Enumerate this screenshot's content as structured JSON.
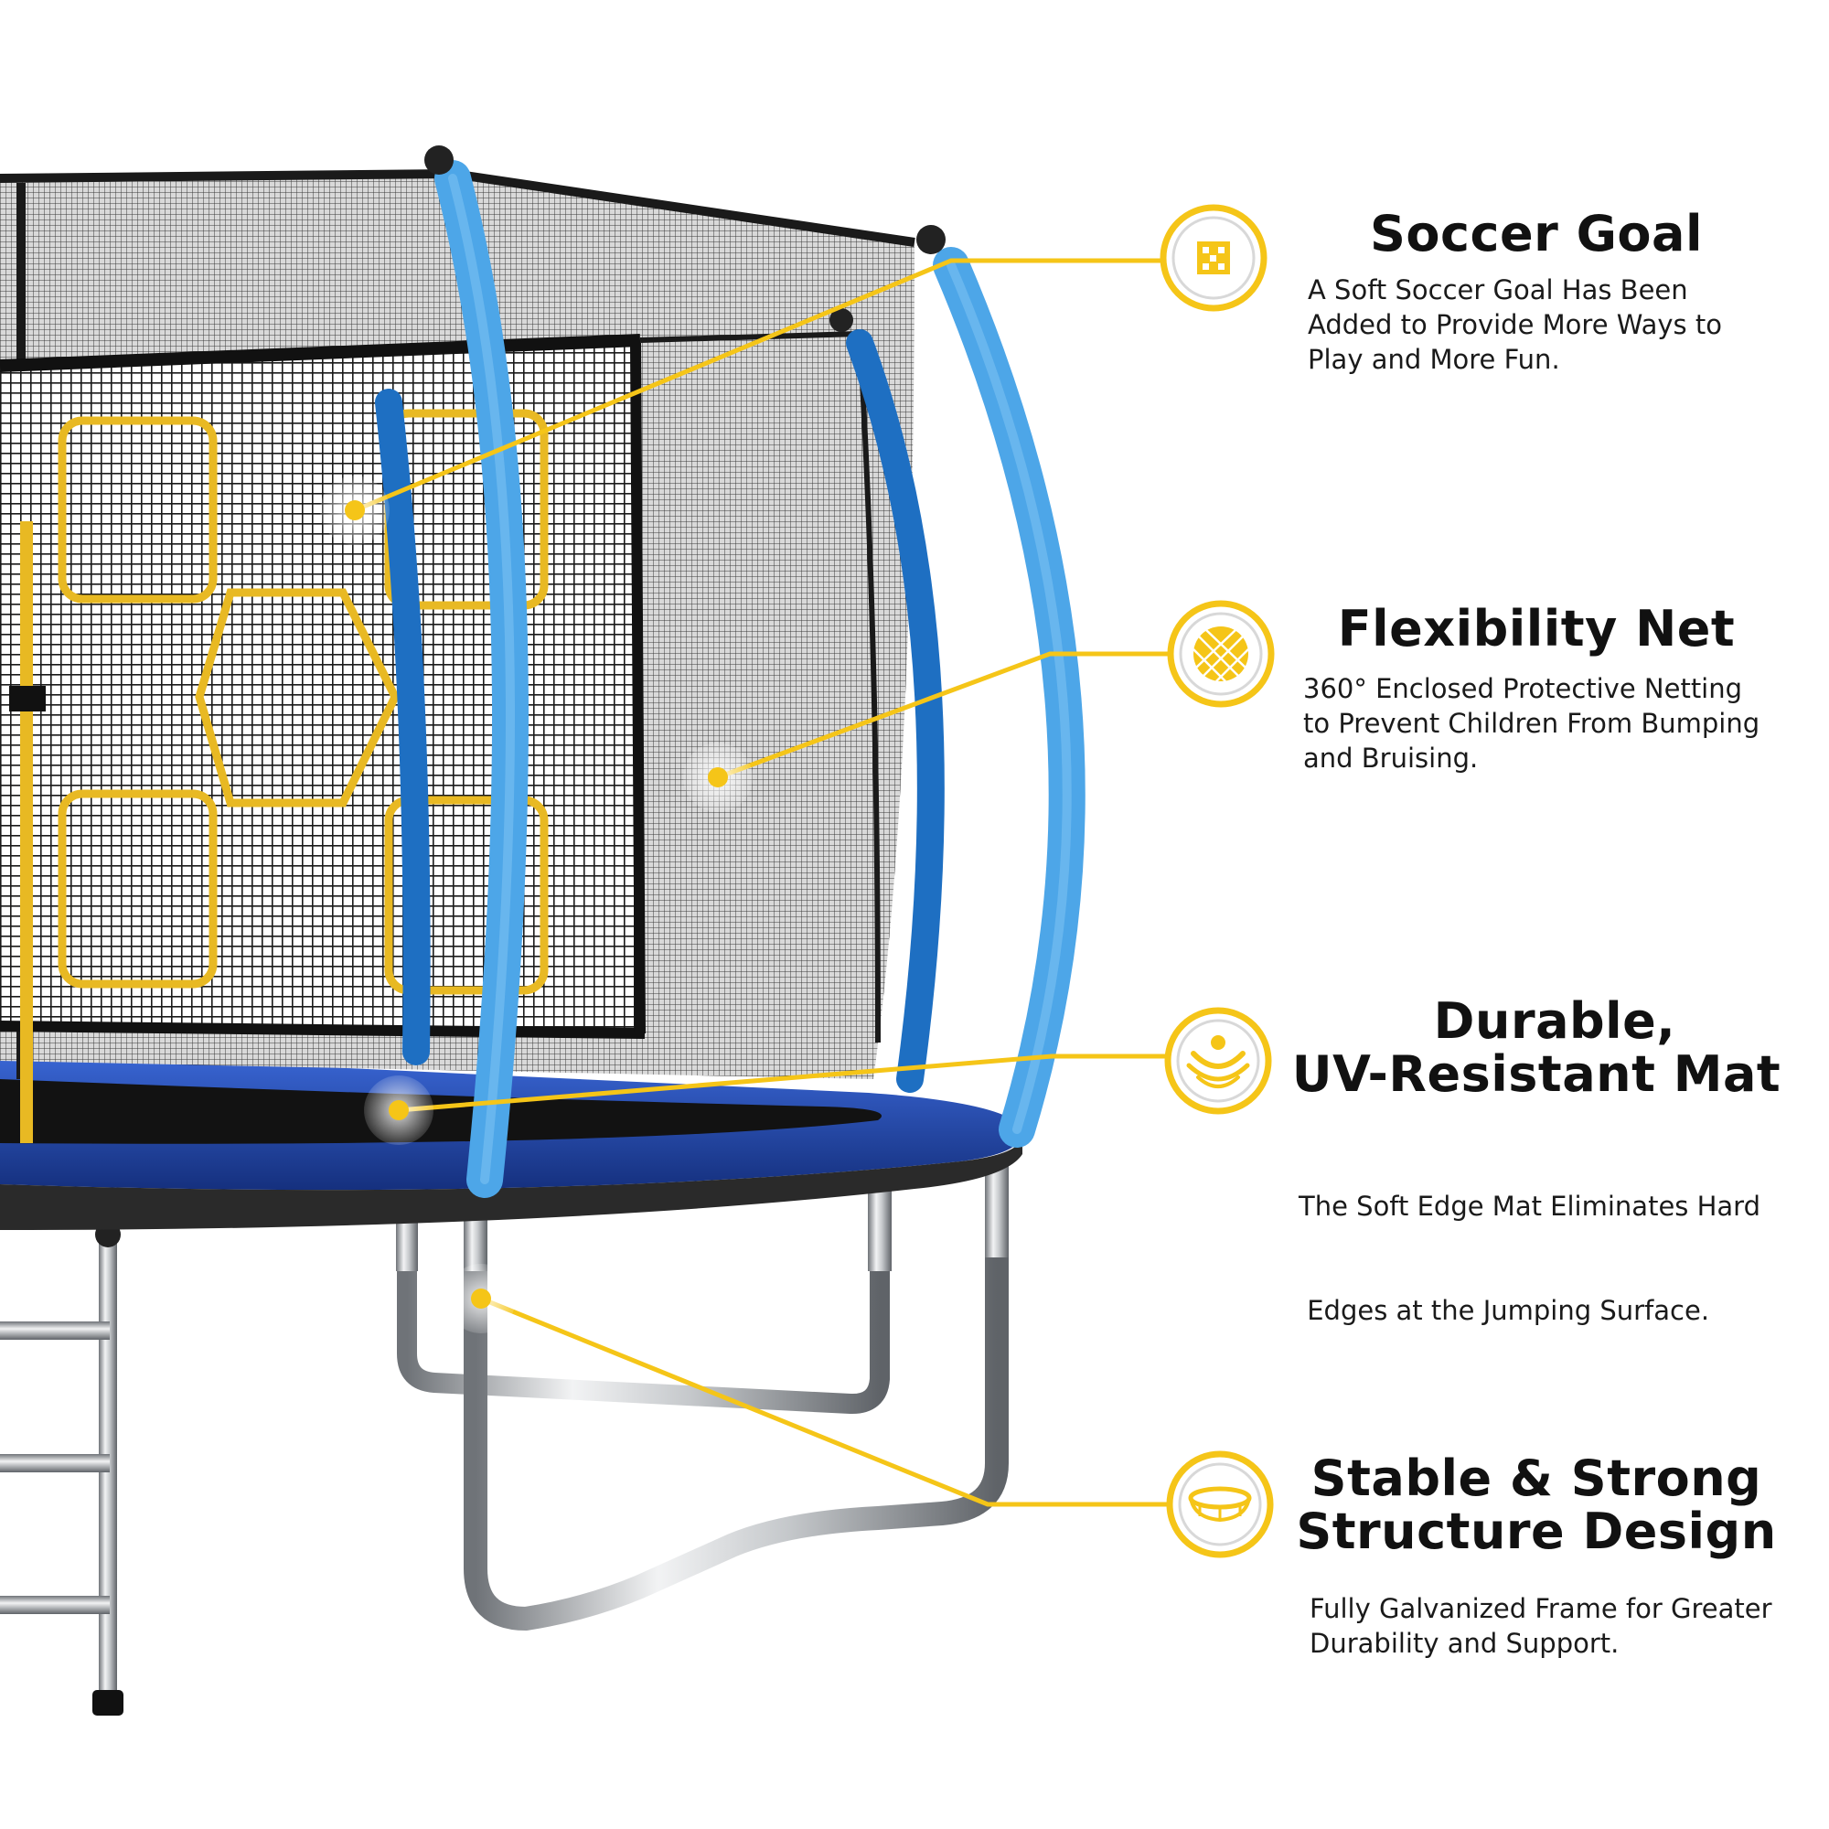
{
  "colors": {
    "accent_yellow": "#F5C518",
    "pole_blue": "#4DA6E8",
    "pole_blue_dark": "#1E6FC2",
    "mat_blue": "#1E3A9A",
    "net_dark": "#1a1a1a",
    "frame_steel": "#B9BCC0",
    "text": "#111111"
  },
  "features": [
    {
      "id": "soccer-goal",
      "icon": "soccer-goal-icon",
      "title_lines": [
        "Soccer Goal"
      ],
      "desc_lines": [
        "A Soft Soccer Goal Has Been",
        "Added to Provide More Ways to",
        "Play and More Fun."
      ]
    },
    {
      "id": "flexibility-net",
      "icon": "net-icon",
      "title_lines": [
        "Flexibility Net"
      ],
      "desc_lines": [
        "360° Enclosed Protective Netting",
        "to Prevent Children From Bumping",
        "and Bruising."
      ]
    },
    {
      "id": "uv-mat",
      "icon": "mat-bounce-icon",
      "title_lines": [
        "Durable,",
        "UV-Resistant Mat"
      ],
      "desc_lines": [
        "The Soft Edge Mat Eliminates Hard",
        " Edges at the Jumping Surface."
      ]
    },
    {
      "id": "structure",
      "icon": "frame-icon",
      "title_lines": [
        "Stable & Strong",
        "Structure Design"
      ],
      "desc_lines": [
        "Fully Galvanized Frame for Greater",
        "Durability and Support."
      ]
    }
  ]
}
